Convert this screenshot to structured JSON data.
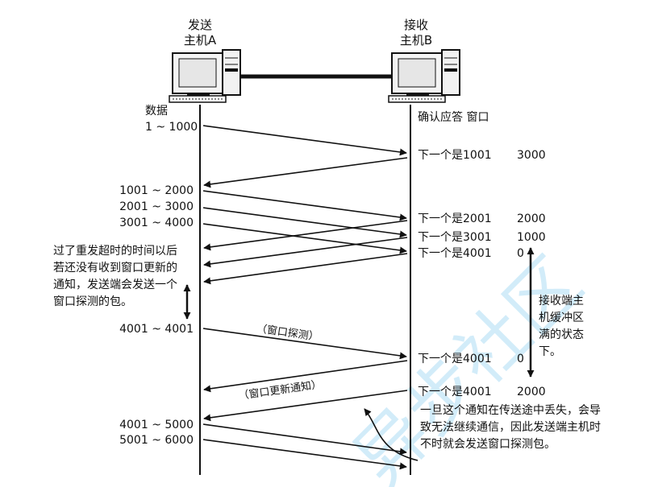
{
  "host_a": {
    "line1": "发送",
    "line2": "主机A"
  },
  "host_b": {
    "line1": "接收",
    "line2": "主机B"
  },
  "left": {
    "data_title": "数据",
    "seg1": "1 ~ 1000",
    "seg2": "1001 ~ 2000",
    "seg3": "2001 ~ 3000",
    "seg4": "3001 ~ 4000",
    "probe_seg": "4001 ~ 4001",
    "seg5": "4001 ~ 5000",
    "seg6": "5001 ~ 6000",
    "timeout_note": "过了重发超时的时间以后若还没有收到窗口更新的通知，发送端会发送一个窗口探测的包。"
  },
  "right": {
    "header": "确认应答 窗口",
    "acks": [
      {
        "label": "下一个是1001",
        "window": "3000"
      },
      {
        "label": "下一个是2001",
        "window": "2000"
      },
      {
        "label": "下一个是3001",
        "window": "1000"
      },
      {
        "label": "下一个是4001",
        "window": "0"
      },
      {
        "label": "下一个是4001",
        "window": "0"
      },
      {
        "label": "下一个是4001",
        "window": "2000"
      }
    ],
    "buffer_note": "接收端主机缓冲区满的状态下。",
    "lost_note": "一旦这个通知在传送途中丢失，会导致无法继续通信，因此发送端主机时不时就会发送窗口探测包。"
  },
  "labels": {
    "window_probe": "（窗口探测）",
    "window_update": "（窗口更新通知）"
  },
  "watermark": "异步社区"
}
